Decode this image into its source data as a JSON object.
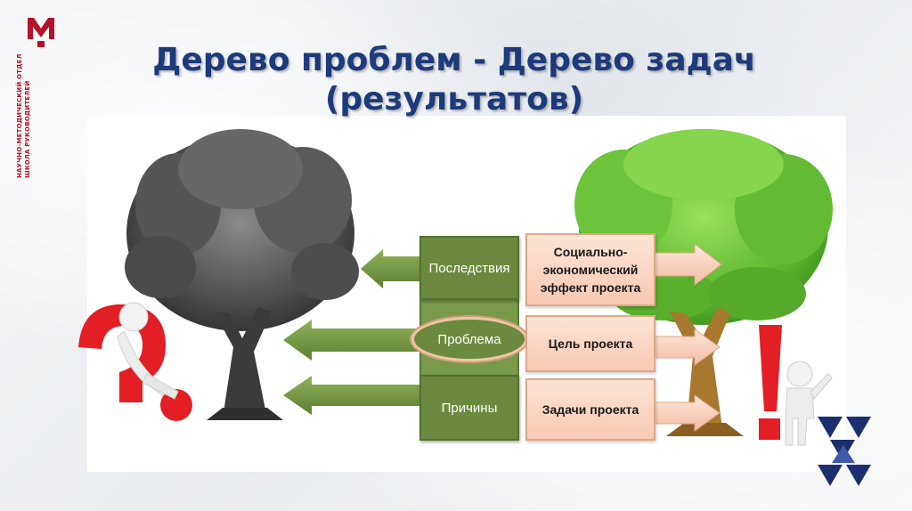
{
  "title": {
    "line1": "Дерево проблем - Дерево задач",
    "line2": "(результатов)"
  },
  "side_text": {
    "line1": "НАУЧНО-МЕТОДИЧЕСКИЙ ОТДЕЛ",
    "line2": "ШКОЛА РУКОВОДИТЕЛЕЙ"
  },
  "problem_tree": {
    "consequences": "Последствия",
    "problem": "Проблема",
    "causes": "Причины"
  },
  "task_tree": {
    "effect": "Социально-экономический эффект проекта",
    "goal": "Цель проекта",
    "tasks": "Задачи проекта"
  },
  "colors": {
    "title": "#1d3a7a",
    "green_box": "#6b8a3f",
    "pink_box": "#f7c9b2",
    "logo": "#b5122a",
    "triangles": "#1c2f6e"
  },
  "icons": [
    "logo-m-icon",
    "bare-tree-icon",
    "green-tree-icon",
    "question-mark-icon",
    "exclamation-mark-icon",
    "triangle-pattern-icon"
  ]
}
